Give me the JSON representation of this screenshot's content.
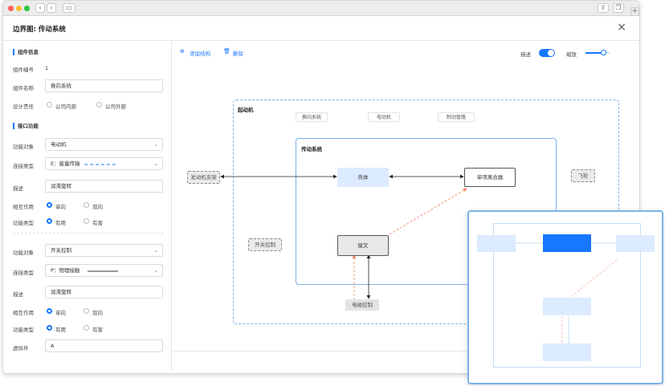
{
  "dialog": {
    "title": "边界图: 传动系统",
    "close_glyph": "×"
  },
  "left": {
    "section1": "组件信息",
    "comp_no_label": "组件编号",
    "comp_no_value": "1",
    "comp_name_label": "组件名称",
    "comp_name_value": "换向系统",
    "design_label": "设计责任",
    "design_opt1": "公司内部",
    "design_opt2": "公司外部",
    "section2": "接口功能",
    "blocks": [
      {
        "obj_label": "功能对象",
        "obj_value": "电动机",
        "conn_label": "连接类型",
        "conn_value": "E：能量传输",
        "desc_label": "描述",
        "desc_value": "润滑旋转",
        "inter_label": "相互作用",
        "inter_opt1": "单向",
        "inter_opt2": "双向",
        "type_label": "功能类型",
        "type_opt1": "有用",
        "type_opt2": "有害"
      },
      {
        "obj_label": "功能对象",
        "obj_value": "开关控制",
        "conn_label": "连接类型",
        "conn_value": "P：物理接触",
        "desc_label": "描述",
        "desc_value": "润滑旋转",
        "inter_label": "相互作用",
        "inter_opt1": "单向",
        "inter_opt2": "双向",
        "type_label": "功能类型",
        "type_opt1": "有用",
        "type_opt2": "有害"
      }
    ],
    "virtual_label": "虚拟件",
    "virtual_value": "A"
  },
  "toolbar": {
    "add": "添加结构",
    "delete": "删除",
    "describe": "描述",
    "zoom": "缩放",
    "zoom_level": 0.65
  },
  "diagram": {
    "outer_title": "起动机",
    "top_labels": [
      "换向系统",
      "电动机",
      "制动管路"
    ],
    "inner_title": "传动系统",
    "nodes": {
      "shell": "壳体",
      "clutch": "单项离合器",
      "fork": "拔叉"
    },
    "externals": {
      "engine_mount": "发动机支架",
      "flywheel": "飞轮",
      "switch": "开关控制",
      "solenoid": "电磁控制"
    }
  },
  "colors": {
    "accent": "#1677ff",
    "arrow_red": "#f08060"
  }
}
